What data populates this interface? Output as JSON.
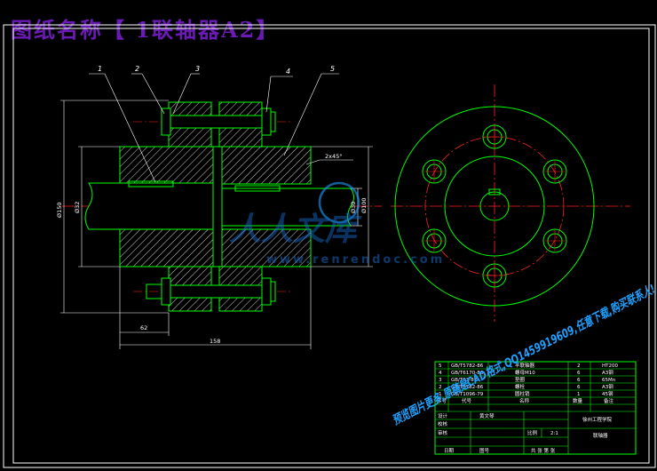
{
  "title": "图纸名称【 1联轴器A2】",
  "callouts": [
    "1",
    "2",
    "3",
    "4",
    "5"
  ],
  "dimensions": {
    "d_left_bore": "Ø32",
    "d_hub_outer": "Ø150",
    "d_right_bore": "Ø30",
    "d_flange": "Ø100",
    "chamfer": "2x45°",
    "len_half": "62",
    "len_total": "158"
  },
  "parts_table": {
    "rows": [
      [
        "5",
        "GB/T5782-86",
        "半联轴器",
        "2",
        "HT200"
      ],
      [
        "4",
        "GB/T6170-86",
        "螺母M10",
        "6",
        "A3钢"
      ],
      [
        "3",
        "GB/T93-87",
        "垫圈",
        "6",
        "65Mn"
      ],
      [
        "2",
        "GB/T5782-86",
        "螺栓",
        "6",
        "A3钢"
      ],
      [
        "1",
        "GB/T1096-79",
        "圆柱销",
        "1",
        "45钢"
      ]
    ],
    "header": [
      "序号",
      "代号",
      "名称",
      "数量",
      "备注"
    ]
  },
  "title_block": {
    "design_label": "设计",
    "designer": "黄文琴",
    "check_label": "校核",
    "review_label": "审核",
    "school": "徐州工程学院",
    "scale_label": "比例",
    "scale": "2:1",
    "drawing_name": "联轴器",
    "sheet_text": "共 张 第 张",
    "date_label": "日期",
    "sheet_label": "图号"
  },
  "watermark": {
    "site": "www.renrendoc.com",
    "brand": "人人文库",
    "promo": "预览图片更多,原稿是CAD格式,QQ1459919609,任意下载,购买联系人!"
  },
  "colors": {
    "green": "#00ff00",
    "red": "#ff2222",
    "white": "#ffffff",
    "purple": "#6a1bb5",
    "cyan": "#20a0ff"
  }
}
